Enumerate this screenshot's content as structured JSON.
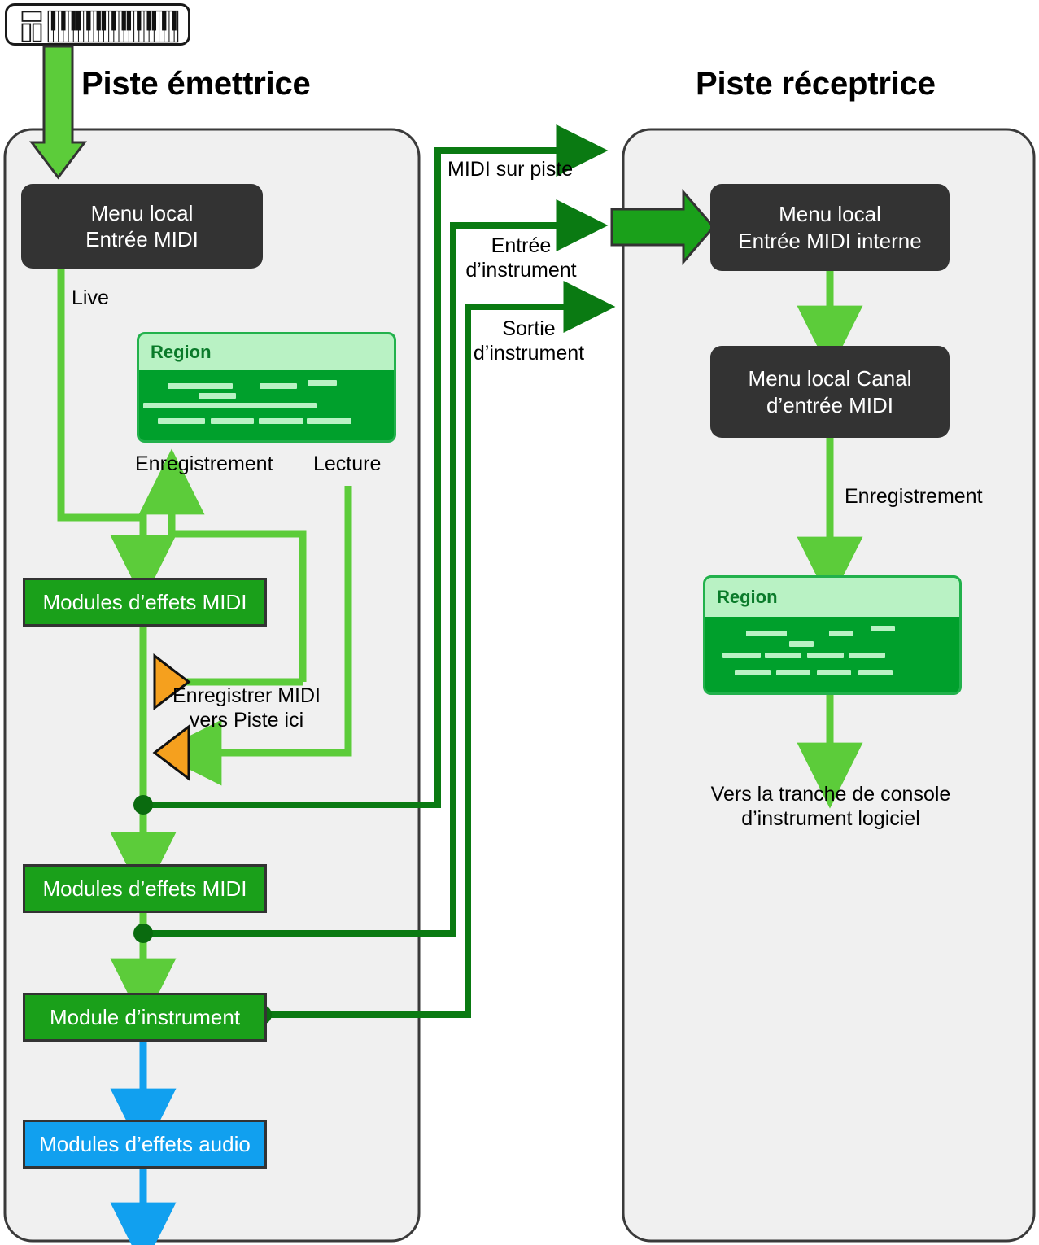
{
  "titles": {
    "sender": "Piste émettrice",
    "receiver": "Piste réceptrice"
  },
  "sender_panel": {
    "midi_input_menu": "Menu local\nEntrée MIDI",
    "live_label": "Live",
    "region_label": "Region",
    "record_label": "Enregistrement",
    "play_label": "Lecture",
    "midi_fx_1": "Modules d’effets MIDI",
    "record_here_label": "Enregistrer MIDI\nvers Piste ici",
    "midi_fx_2": "Modules d’effets MIDI",
    "instrument_plugin": "Module d’instrument",
    "audio_fx": "Modules d’effets audio"
  },
  "connectors": {
    "midi_on_track": "MIDI sur piste",
    "instrument_input": "Entrée\nd’instrument",
    "instrument_output": "Sortie\nd’instrument"
  },
  "receiver_panel": {
    "internal_midi_menu": "Menu local\nEntrée MIDI interne",
    "midi_channel_menu": "Menu local Canal\nd’entrée MIDI",
    "record_label": "Enregistrement",
    "region_label": "Region",
    "to_channel_strip": "Vers la tranche de console\nd’instrument logiciel"
  },
  "colors": {
    "bright_green": "#5ccc3a",
    "dark_green": "#0a7a12",
    "box_green": "#1aa01a",
    "blue": "#11a0ef",
    "orange": "#f5a01e",
    "panel_bg": "#f0f0f0",
    "dark_box": "#333333",
    "region_body": "#00a02c",
    "region_header": "#b9f2c4"
  }
}
